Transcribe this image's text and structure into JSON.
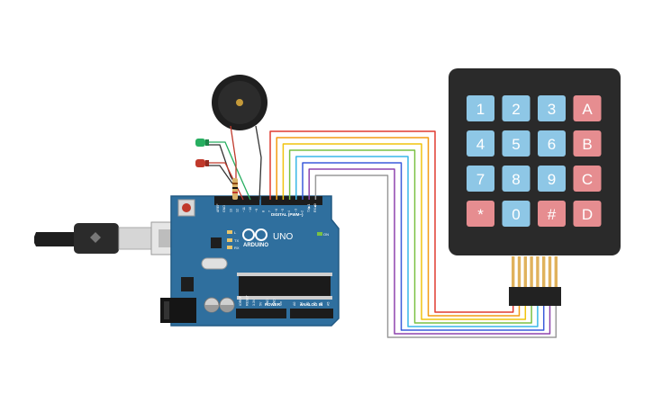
{
  "colors": {
    "board": "#2f6f9e",
    "board_dark": "#225a84",
    "keypad_body": "#2a2a2a",
    "key_blue": "#8ec7e6",
    "key_red": "#e68d90",
    "wire_red": "#e03c31",
    "wire_orange": "#f39c12",
    "wire_yellow": "#f1c40f",
    "wire_green": "#7ac143",
    "wire_cyan": "#39b7e8",
    "wire_blue": "#3b5bdb",
    "wire_purple": "#8e44ad",
    "wire_gray": "#9a9a9a"
  },
  "arduino": {
    "brand": "ARDUINO",
    "model": "UNO",
    "digital_label": "DIGITAL (PWM~)",
    "power_label": "POWER",
    "analog_label": "ANALOG IN",
    "pins_top": [
      "AREF",
      "GND",
      "13",
      "12",
      "~11",
      "~10",
      "~9",
      "8",
      "7",
      "~6",
      "~5",
      "4",
      "~3",
      "2",
      "TX▶1",
      "RX◀0"
    ],
    "pins_power": [
      "IOREF",
      "RESET",
      "3.3V",
      "5V",
      "GND",
      "GND",
      "Vin"
    ],
    "pins_analog": [
      "A0",
      "A1",
      "A2",
      "A3",
      "A4",
      "A5"
    ],
    "led_labels": [
      "L",
      "TX",
      "RX"
    ],
    "on_label": "ON"
  },
  "keypad": {
    "keys": [
      [
        "1",
        "2",
        "3",
        "A"
      ],
      [
        "4",
        "5",
        "6",
        "B"
      ],
      [
        "7",
        "8",
        "9",
        "C"
      ],
      [
        "*",
        "0",
        "#",
        "D"
      ]
    ]
  }
}
